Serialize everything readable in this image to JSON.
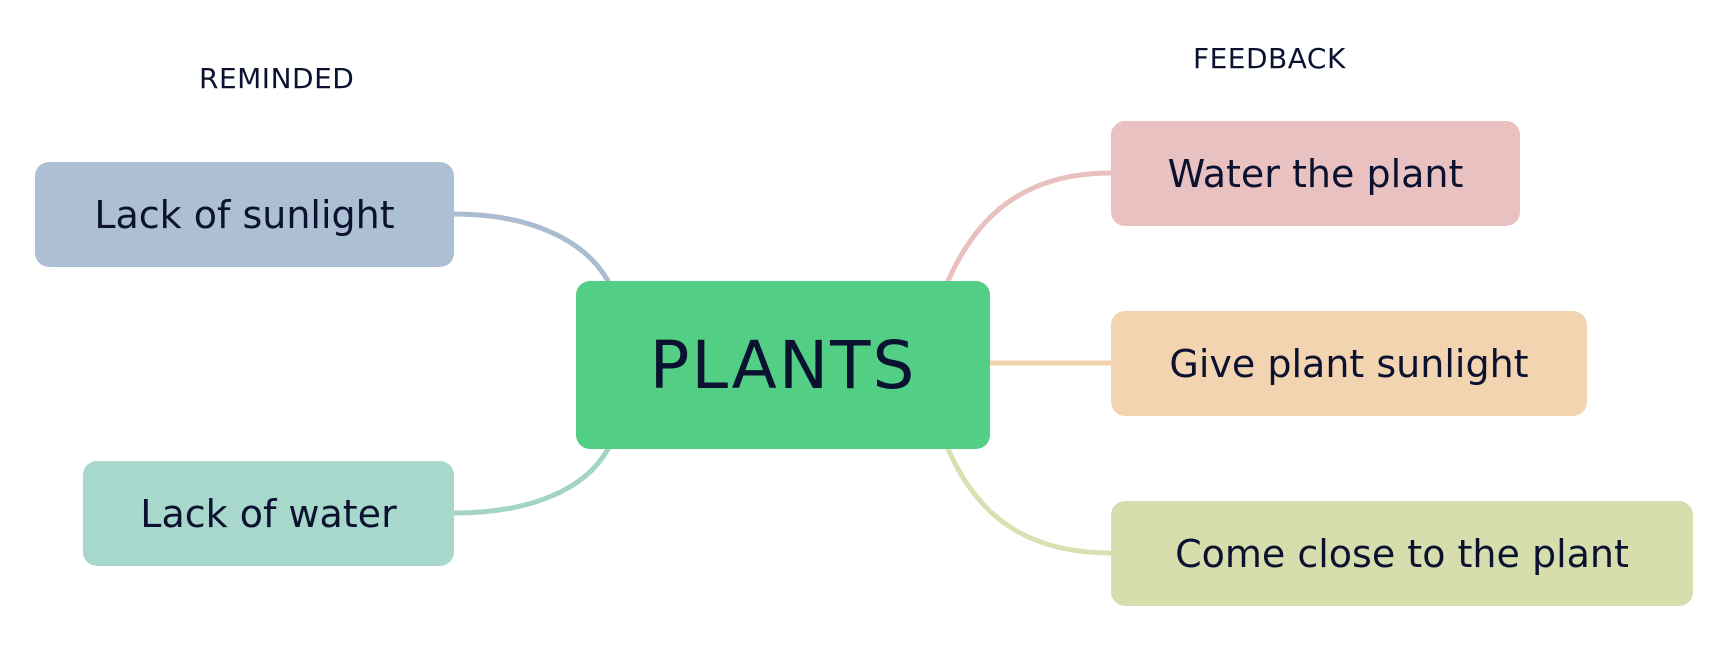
{
  "labels": {
    "left": "REMINDED",
    "right": "FEEDBACK"
  },
  "center": {
    "label": "PLANTS",
    "color": "#52cf84"
  },
  "nodes": [
    {
      "label": "Lack of sunlight",
      "color": "#adbfd2",
      "line_color": "#a9bcd0"
    },
    {
      "label": "Lack of water",
      "color": "#a8d7cc",
      "line_color": "#a3d4c8"
    },
    {
      "label": "Water the plant",
      "color": "#e9c1c0",
      "line_color": "#e8c0be"
    },
    {
      "label": "Give plant sunlight",
      "color": "#f3d4b1",
      "line_color": "#f1d1ac"
    },
    {
      "label": "Come close to the plant",
      "color": "#d7ddad",
      "line_color": "#dbe0b3"
    }
  ]
}
